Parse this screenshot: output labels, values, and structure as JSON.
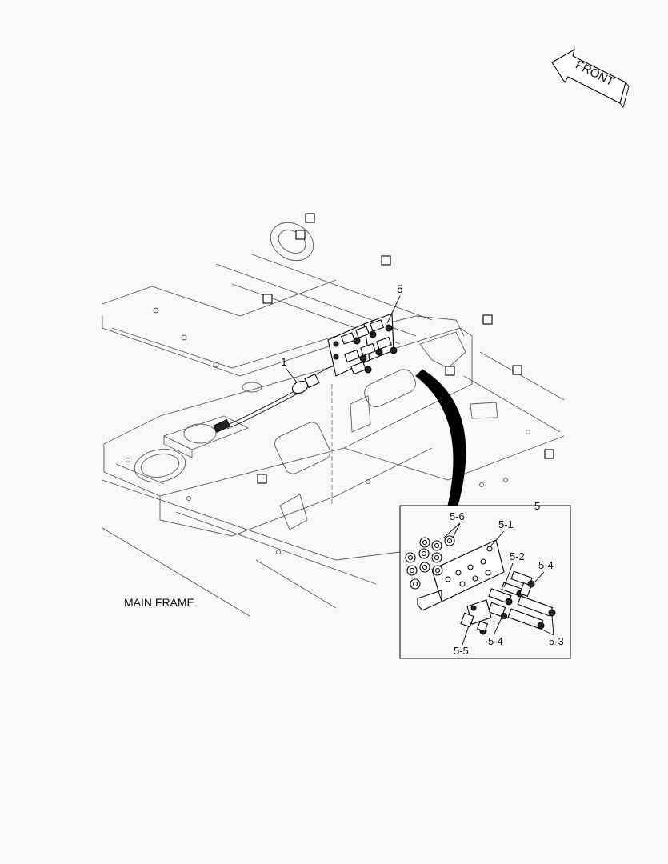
{
  "diagram": {
    "direction_arrow_label": "FRONT",
    "main_label": "MAIN FRAME",
    "callouts": {
      "sensor": "1",
      "block_assembly": "5"
    },
    "detail": {
      "title": "5",
      "labels": [
        "5-6",
        "5-1",
        "5-2",
        "5-4",
        "5-4",
        "5-3",
        "5-5"
      ]
    }
  }
}
